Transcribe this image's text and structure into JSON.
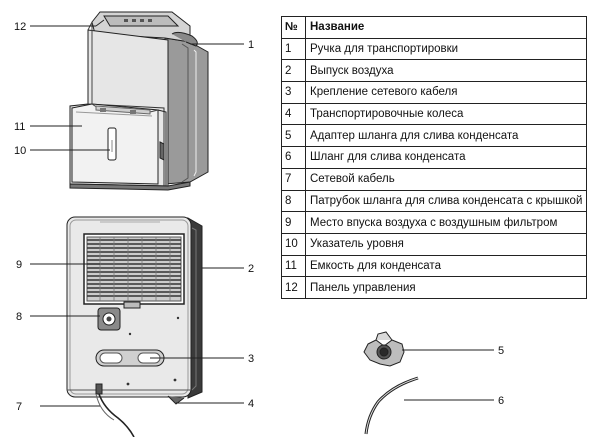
{
  "table": {
    "header": {
      "num": "№",
      "name": "Название"
    },
    "rows": [
      {
        "num": "1",
        "name": "Ручка для транспортировки"
      },
      {
        "num": "2",
        "name": "Выпуск воздуха"
      },
      {
        "num": "3",
        "name": "Крепление сетевого кабеля"
      },
      {
        "num": "4",
        "name": "Транспортировочные колеса"
      },
      {
        "num": "5",
        "name": "Адаптер шланга для слива конденсата"
      },
      {
        "num": "6",
        "name": "Шланг для слива конденсата"
      },
      {
        "num": "7",
        "name": "Сетевой кабель"
      },
      {
        "num": "8",
        "name": "Патрубок шланга для слива конденсата с крышкой"
      },
      {
        "num": "9",
        "name": "Место впуска воздуха с воздушным фильтром"
      },
      {
        "num": "10",
        "name": "Указатель уровня"
      },
      {
        "num": "11",
        "name": "Емкость для конденсата"
      },
      {
        "num": "12",
        "name": "Панель управления"
      }
    ]
  },
  "callouts": {
    "c1": "1",
    "c2": "2",
    "c3": "3",
    "c4": "4",
    "c5": "5",
    "c6": "6",
    "c7": "7",
    "c8": "8",
    "c9": "9",
    "c10": "10",
    "c11": "11",
    "c12": "12"
  }
}
